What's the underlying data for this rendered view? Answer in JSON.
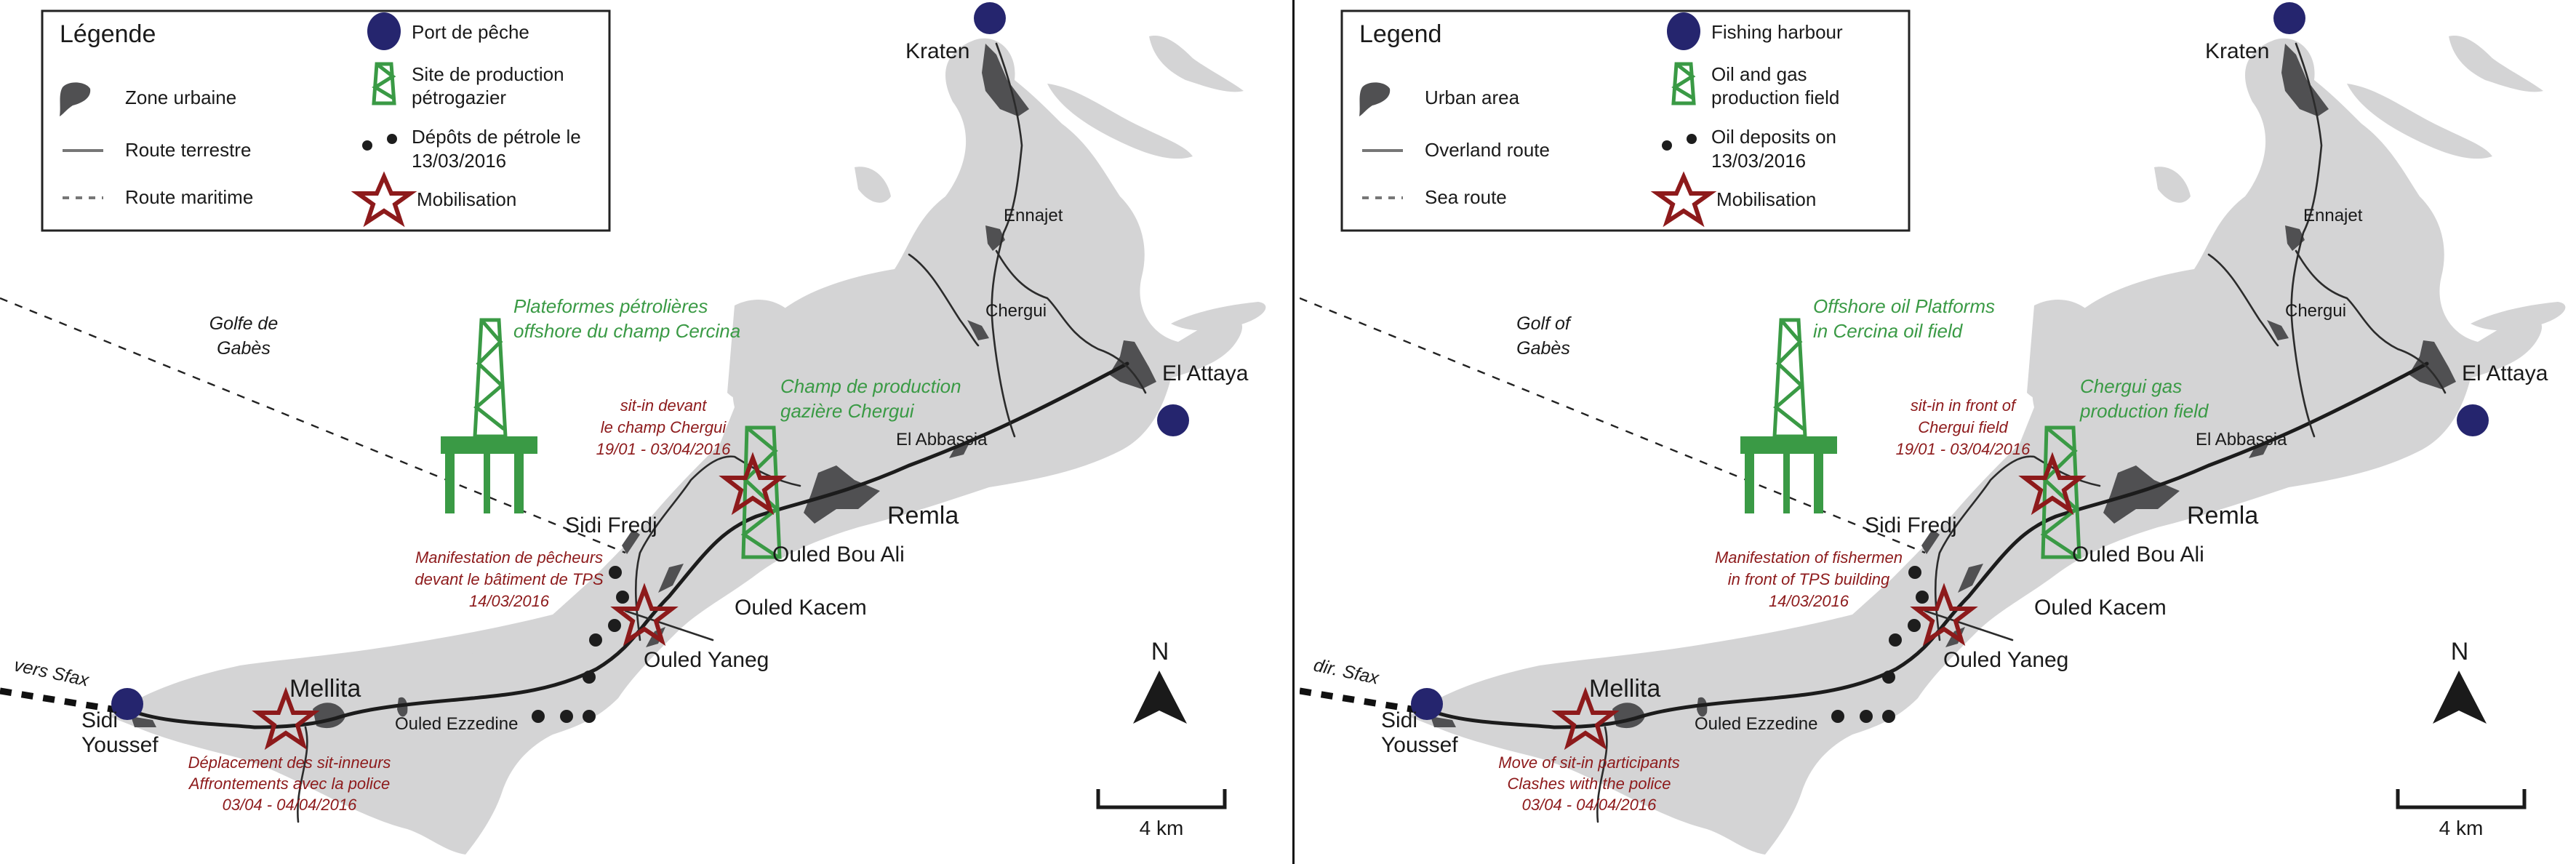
{
  "figure": "Kerkennah islands – mobilisation map (French and English versions)",
  "colors": {
    "land": "#d4d4d5",
    "urban": "#505052",
    "harbour": "#25256e",
    "mobilisation": "#8d1a1b",
    "production": "#3a9a45",
    "route": "#2b2b2b"
  },
  "scale_bar": "4 km",
  "north": "N",
  "fr": {
    "legend": {
      "title": "Légende",
      "urban": "Zone urbaine",
      "overland": "Route terrestre",
      "sea": "Route maritime",
      "harbour": "Port de pêche",
      "production_1": "Site de production",
      "production_2": "pétrogazier",
      "deposits_1": "Dépôts de pétrole le",
      "deposits_2": "13/03/2016",
      "mobilisation": "Mobilisation"
    },
    "sea_name_1": "Golfe de",
    "sea_name_2": "Gabès",
    "sfax": "vers Sfax",
    "offshore_1": "Plateformes pétrolières",
    "offshore_2": "offshore du champ Cercina",
    "chergui_field_1": "Champ de production",
    "chergui_field_2": "gazière Chergui",
    "event_sitin_1": "sit-in devant",
    "event_sitin_2": "le champ Chergui",
    "event_sitin_3": "19/01 - 03/04/2016",
    "event_fishers_1": "Manifestation de pêcheurs",
    "event_fishers_2": "devant le bâtiment de TPS",
    "event_fishers_3": "14/03/2016",
    "event_mellita_1": "Déplacement des sit-inneurs",
    "event_mellita_2": "Affrontements avec la police",
    "event_mellita_3": "03/04 - 04/04/2016"
  },
  "en": {
    "legend": {
      "title": "Legend",
      "urban": "Urban area",
      "overland": "Overland route",
      "sea": "Sea route",
      "harbour": "Fishing harbour",
      "production_1": "Oil and gas",
      "production_2": "production field",
      "deposits_1": "Oil deposits on",
      "deposits_2": "13/03/2016",
      "mobilisation": "Mobilisation"
    },
    "sea_name_1": "Golf of",
    "sea_name_2": "Gabès",
    "sfax": "dir. Sfax",
    "offshore_1": "Offshore oil Platforms",
    "offshore_2": "in Cercina oil field",
    "chergui_field_1": "Chergui gas",
    "chergui_field_2": "production field",
    "event_sitin_1": "sit-in in front of",
    "event_sitin_2": "Chergui field",
    "event_sitin_3": "19/01 - 03/04/2016",
    "event_fishers_1": "Manifestation of fishermen",
    "event_fishers_2": "in front of TPS building",
    "event_fishers_3": "14/03/2016",
    "event_mellita_1": "Move of sit-in participants",
    "event_mellita_2": "Clashes with the police",
    "event_mellita_3": "03/04 - 04/04/2016"
  },
  "places": {
    "kraten": "Kraten",
    "ennajet": "Ennajet",
    "chergui": "Chergui",
    "el_attaya": "El Attaya",
    "el_abbassia": "El Abbassia",
    "remla": "Remla",
    "ouled_bou_ali": "Ouled Bou Ali",
    "ouled_kacem": "Ouled Kacem",
    "ouled_yaneg": "Ouled Yaneg",
    "sidi_fredj": "Sidi Fredj",
    "mellita": "Mellita",
    "ouled_ezzedine": "Ouled Ezzedine",
    "sidi_youssef_1": "Sidi",
    "sidi_youssef_2": "Youssef"
  }
}
